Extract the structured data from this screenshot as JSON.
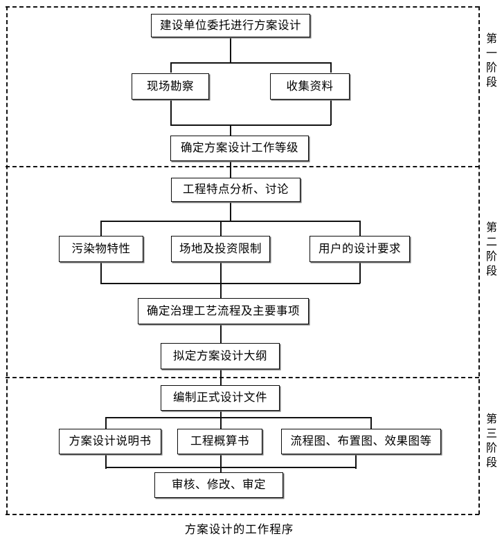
{
  "diagram": {
    "caption": "方案设计的工作程序",
    "stages": [
      {
        "id": "stage-1",
        "chars": [
          "第",
          "一",
          "阶",
          "段"
        ]
      },
      {
        "id": "stage-2",
        "chars": [
          "第",
          "二",
          "阶",
          "段"
        ]
      },
      {
        "id": "stage-3",
        "chars": [
          "第",
          "三",
          "阶",
          "段"
        ]
      }
    ],
    "nodes": {
      "n1": {
        "label": "建设单位委托进行方案设计"
      },
      "n2": {
        "label": "现场勘察"
      },
      "n3": {
        "label": "收集资料"
      },
      "n4": {
        "label": "确定方案设计工作等级"
      },
      "n5": {
        "label": "工程特点分析、讨论"
      },
      "n6": {
        "label": "污染物特性"
      },
      "n7": {
        "label": "场地及投资限制"
      },
      "n8": {
        "label": "用户的设计要求"
      },
      "n9": {
        "label": "确定治理工艺流程及主要事项"
      },
      "n10": {
        "label": "拟定方案设计大纲"
      },
      "n11": {
        "label": "编制正式设计文件"
      },
      "n12": {
        "label": "方案设计说明书"
      },
      "n13": {
        "label": "工程概算书"
      },
      "n14": {
        "label": "流程图、布置图、效果图等"
      },
      "n15": {
        "label": "审核、修改、审定"
      }
    },
    "colors": {
      "line": "#111111",
      "box_border": "#0a0a0a",
      "background": "#ffffff",
      "text": "#000000"
    }
  }
}
